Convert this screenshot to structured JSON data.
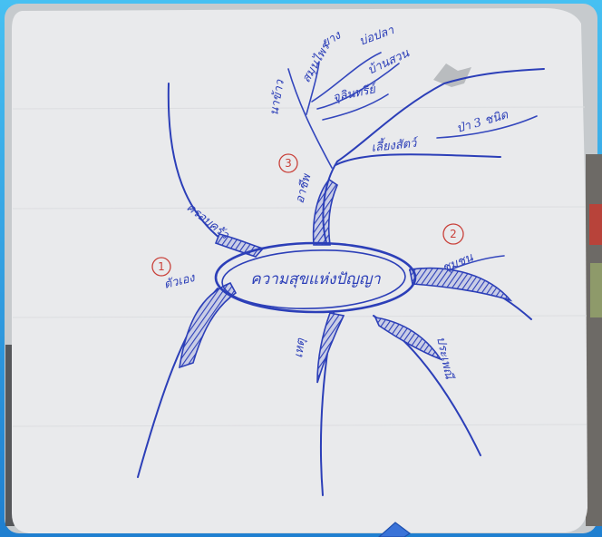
{
  "mindmap": {
    "center": "ความสุขแห่งปัญญา",
    "self": {
      "number": "1",
      "label": "ตัวเอง"
    },
    "family": {
      "label": "ครอบครัว"
    },
    "career": {
      "number": "3",
      "label": "อาชีพ",
      "items": [
        "นาข้าว",
        "สมุนไพร",
        "ยาง",
        "บ่อปลา",
        "บ้านสวน",
        "จุลินทรีย์",
        "เลี้ยงสัตว์",
        "ป่า 3 ชนิด"
      ]
    },
    "community": {
      "number": "2",
      "label": "ชุมชน"
    },
    "tradition": {
      "label": "ประเพณี"
    },
    "cause": {
      "label": "เหตุ"
    }
  },
  "colors": {
    "ink": "#2c3fb8",
    "marker_red": "#c9413a",
    "paper": "#e9eaec",
    "frame": "#2a95dc"
  },
  "icons": {
    "bottom": "arrow-icon"
  }
}
